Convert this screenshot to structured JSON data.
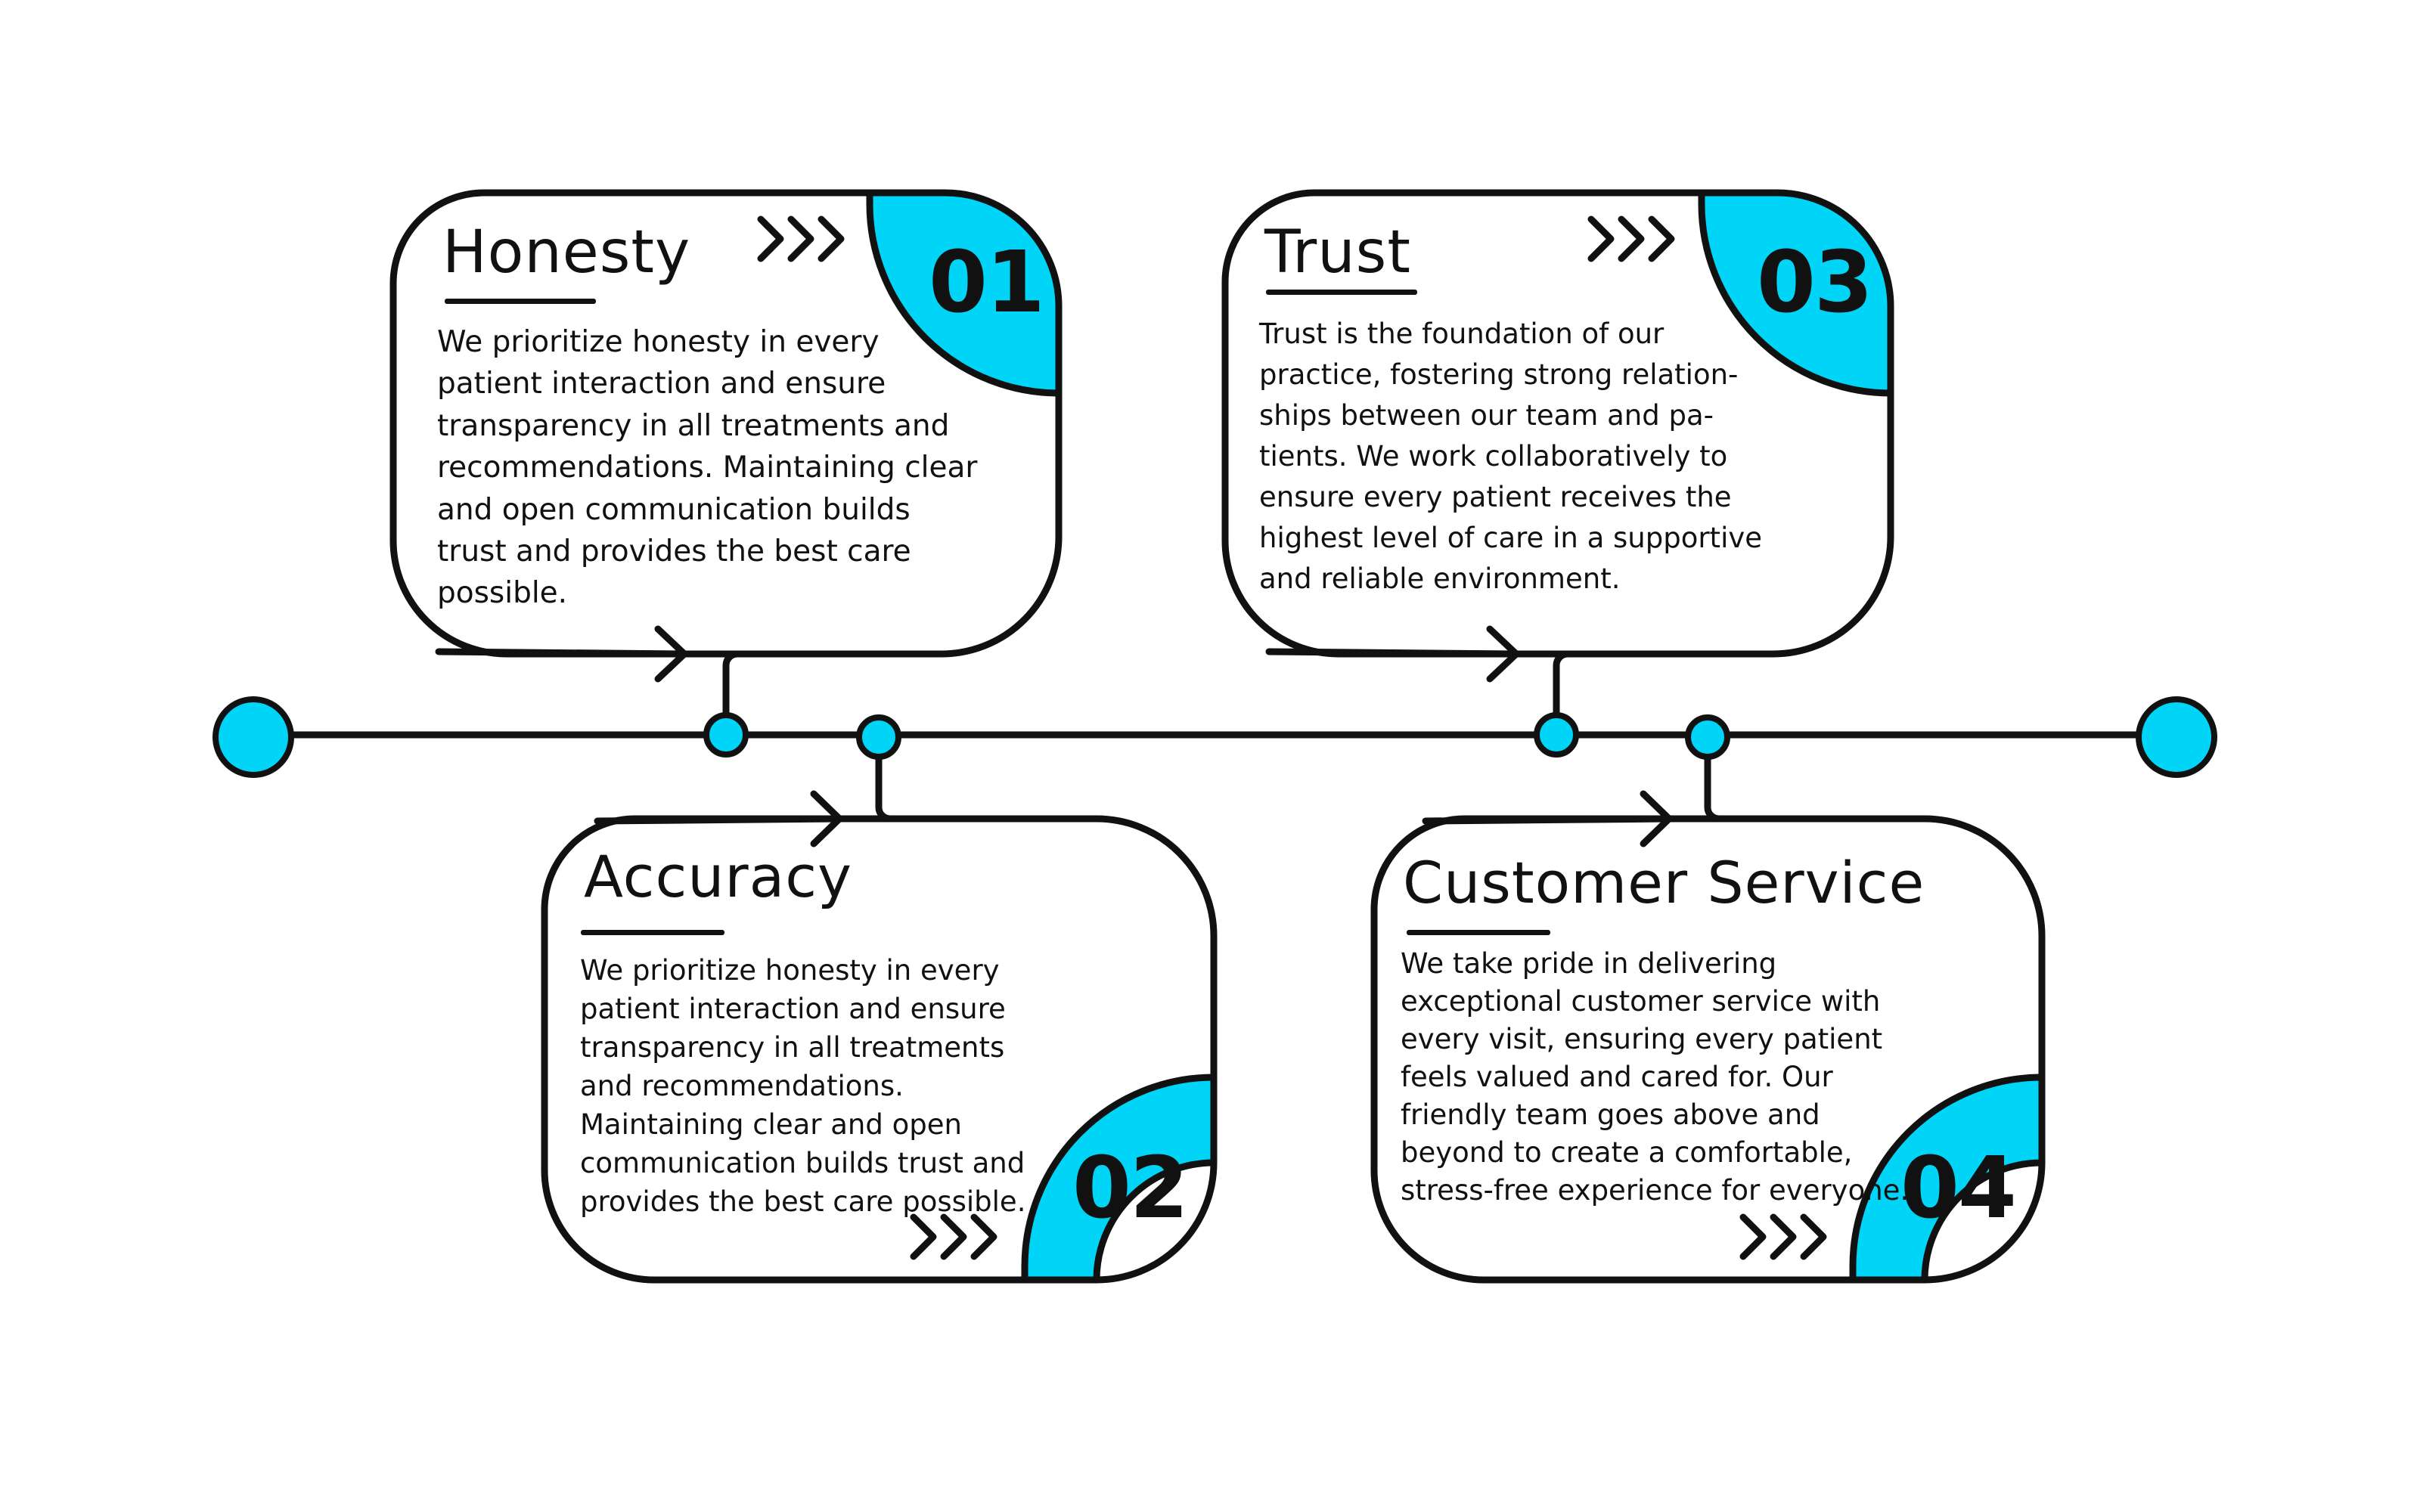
{
  "colors": {
    "accent": "#00D5F7",
    "stroke": "#111111",
    "background": "#FFFFFF"
  },
  "icons": {
    "chevrons": "triple-chevron-right-icon",
    "arrow": "arrow-right-icon"
  },
  "steps": [
    {
      "number": "01",
      "title": "Honesty",
      "text": "We prioritize honesty in every patient interaction and ensure transparency in all treatments and recommendations. Maintaining clear and open communication builds trust and provides the best care possible."
    },
    {
      "number": "02",
      "title": "Accuracy",
      "text": "We prioritize honesty in every patient interaction and ensure transparency in all treatments and recommendations. Maintaining clear and open communication builds trust and provides the best care possible."
    },
    {
      "number": "03",
      "title": "Trust",
      "text": "Trust is the foundation of our practice, fostering strong relation-ships between our team and pa-tients. We work collaboratively to ensure every patient receives the highest level of care in a supportive and reliable environment."
    },
    {
      "number": "04",
      "title": "Customer Service",
      "text": "We take pride in delivering exceptional customer service with every visit, ensuring every patient feels valued and cared for. Our friendly team goes above and beyond to create a comfortable, stress-free experience for everyone."
    }
  ]
}
